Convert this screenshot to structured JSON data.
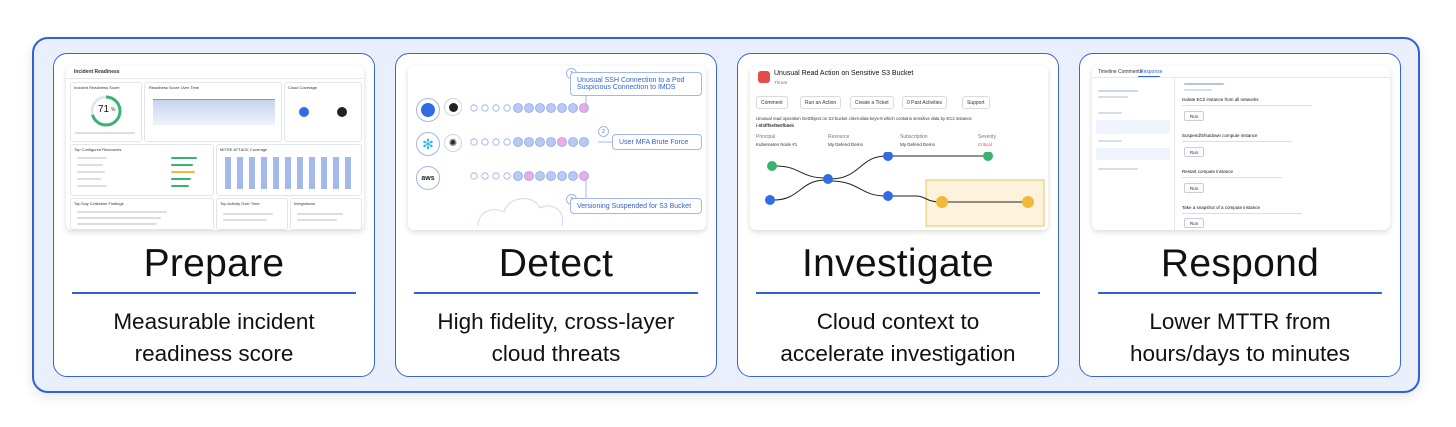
{
  "cards": [
    {
      "title": "Prepare",
      "desc": [
        "Measurable incident",
        "readiness score"
      ],
      "screenshot": {
        "header": "Incident Readiness",
        "score_title": "Incident Readiness Score",
        "score": "71",
        "score_unit": "%",
        "trend_title": "Readiness Score Over Time",
        "coverage_title": "Cloud Coverage",
        "top_config_title": "Top Configured Resources",
        "mitre_title": "MITRE ATT&CK Coverage",
        "findings_title": "Top Day Collection Findings",
        "activity_title": "Top Activity Over Time",
        "integrations_title": "Integrations"
      }
    },
    {
      "title": "Detect",
      "desc": [
        "High fidelity, cross-layer",
        "cloud threats"
      ],
      "screenshot": {
        "alert_1_line1": "Unusual SSH Connection to a Pod",
        "alert_1_line2": "Suspicious Connection to IMDS",
        "alert_2": "User MFA Brute Force",
        "alert_3": "Versioning Suspended for S3 Bucket",
        "badge_1": "1",
        "badge_2": "2",
        "badge_3": "3",
        "aws_label": "aws"
      }
    },
    {
      "title": "Investigate",
      "desc": [
        "Cloud context to",
        "accelerate investigation"
      ],
      "screenshot": {
        "header": "Unusual Read Action on Sensitive S3 Bucket",
        "sub": "Threat",
        "toolbar": [
          "Comment",
          "Run an Action",
          "Create a Ticket",
          "0 Past Activities",
          "Support"
        ],
        "desc_line1": "Unusual read operation GetObject on S3 bucket client-data-keys-8 which contains sensitive data by EC2 instance",
        "desc_line2": "i-0f4fff5ef8e0fb5eb",
        "fields": [
          "Principal",
          "Resource",
          "Subscription",
          "Severity"
        ],
        "values": [
          "Kubernetes Node #1",
          "My Defend Demo",
          "My Defend Demo",
          "Critical"
        ]
      }
    },
    {
      "title": "Respond",
      "desc": [
        "Lower MTTR from",
        "hours/days to minutes"
      ],
      "screenshot": {
        "tabs": [
          "Timeline",
          "Comments",
          "Response"
        ],
        "actions": [
          {
            "title": "Isolate EC2 instance from all networks",
            "button": "Run"
          },
          {
            "title": "Suspend/Shutdown compute instance",
            "button": "Run"
          },
          {
            "title": "Restart compute instance",
            "button": "Run"
          },
          {
            "title": "Take a snapshot of a compute instance",
            "button": "Run"
          }
        ]
      }
    }
  ],
  "colors": {
    "accent": "#2f62d6",
    "panel_bg": "#e9effb",
    "node_blue": "#9fb6ee",
    "node_pink": "#f0a8e6",
    "critical": "#e64b4b"
  }
}
